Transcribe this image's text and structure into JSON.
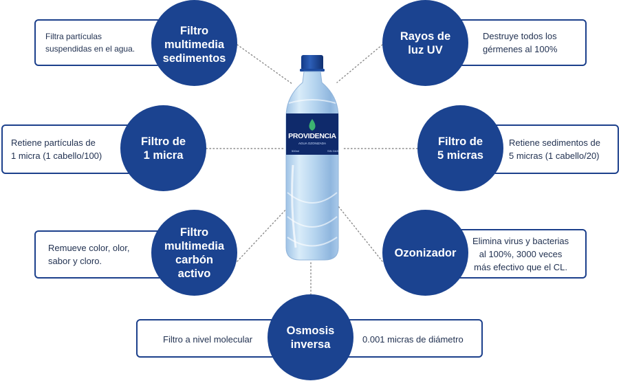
{
  "nodes": [
    {
      "id": "multimedia-sedimentos",
      "title": "Filtro\nmultimedia\nsedimentos",
      "description": "Filtra partículas\nsuspendidas en el agua."
    },
    {
      "id": "uv",
      "title": "Rayos de\nluz UV",
      "description": "Destruye todos los\ngérmenes al 100%"
    },
    {
      "id": "1-micra",
      "title": "Filtro de\n1 micra",
      "description": "Retiene partículas de\n1 micra (1 cabello/100)"
    },
    {
      "id": "5-micras",
      "title": "Filtro de\n5 micras",
      "description": "Retiene sedimentos de\n5 micras (1 cabello/20)"
    },
    {
      "id": "carbon-activo",
      "title": "Filtro\nmultimedia\ncarbón\nactivo",
      "description": "Remueve color, olor,\nsabor y cloro."
    },
    {
      "id": "ozonizador",
      "title": "Ozonizador",
      "description": "Elimina virus y bacterias\nal 100%,  3000 veces\nmás efectivo que el CL."
    },
    {
      "id": "osmosis",
      "title": "Osmosis\ninversa",
      "description_left": "Filtro a nivel molecular",
      "description_right": "0.001 micras de diámetro"
    }
  ],
  "bottle": {
    "brand": "PROVIDENCIA",
    "tagline": "AGUA OZONIZADA",
    "volume": "500ml",
    "tag": "SIN GAS"
  },
  "colors": {
    "primary": "#1b4390",
    "border": "#1b3f8b",
    "label": "#0f2d6b",
    "dots": "#8a8a8a"
  }
}
